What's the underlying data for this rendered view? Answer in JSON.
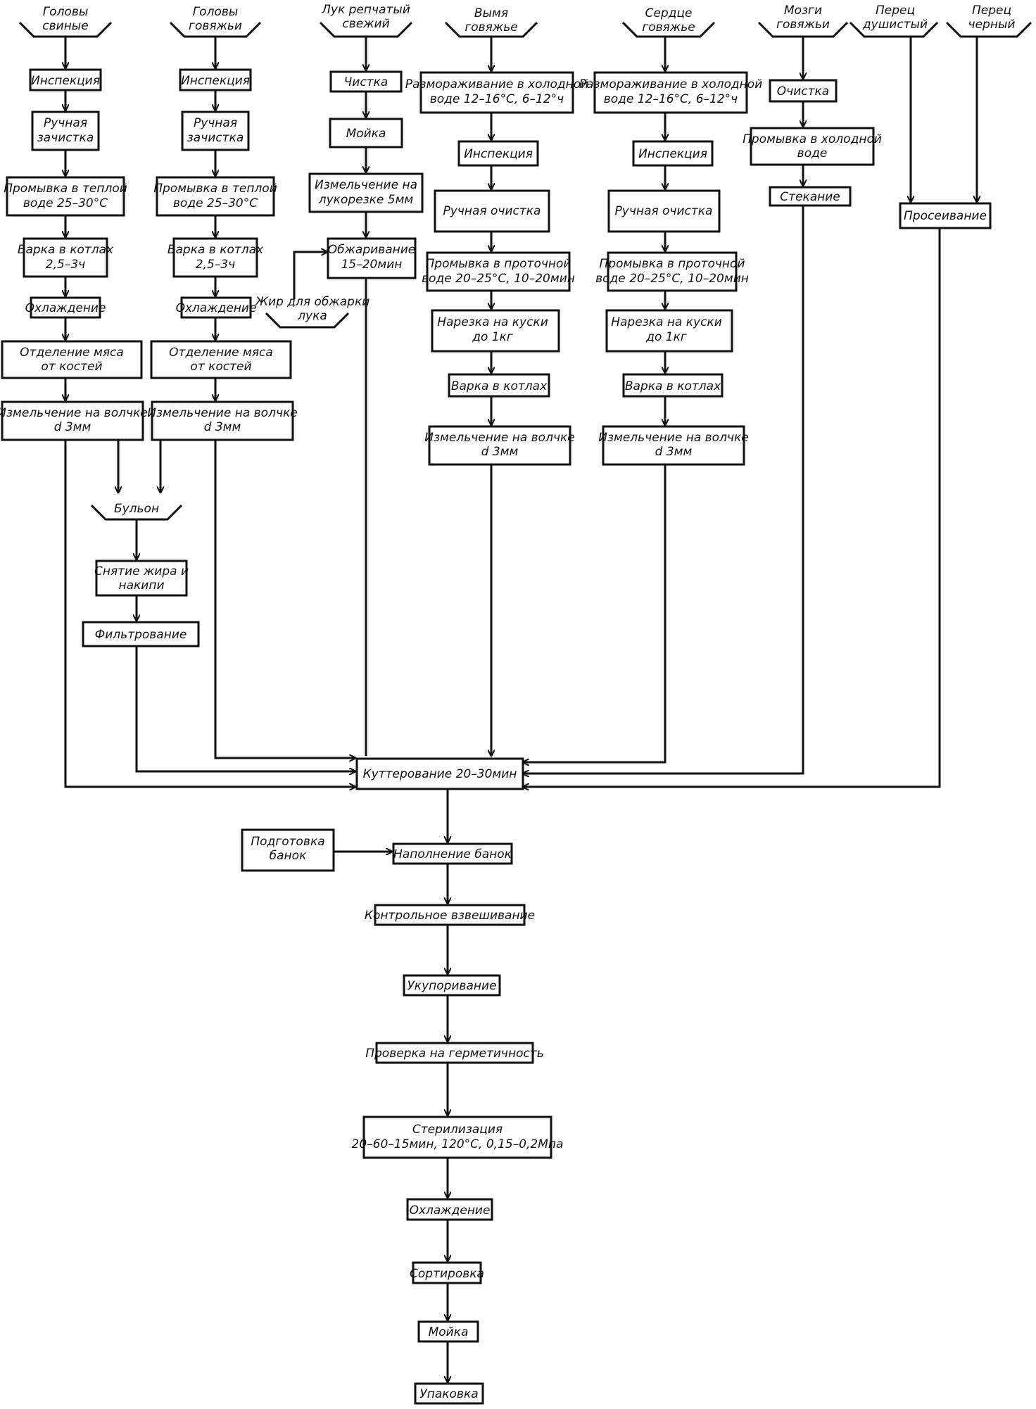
{
  "sources": {
    "pork_heads": [
      "Головы",
      "свиные"
    ],
    "beef_heads": [
      "Головы",
      "говяжьи"
    ],
    "onion": [
      "Лук репчатый",
      "свежий"
    ],
    "udder": [
      "Вымя",
      "говяжье"
    ],
    "heart": [
      "Сердце",
      "говяжье"
    ],
    "brains": [
      "Мозги",
      "говяжьи"
    ],
    "allspice": [
      "Перец",
      "душистый"
    ],
    "black_pepper": [
      "Перец",
      "черный"
    ],
    "onion_fat": [
      "Жир для обжарки",
      "лука"
    ],
    "broth": [
      "Бульон"
    ]
  },
  "steps": {
    "inspection": [
      "Инспекция"
    ],
    "manual_cleaning": [
      "Ручная",
      "зачистка"
    ],
    "wash_warm": [
      "Промывка в теплой",
      "воде 25–30°С"
    ],
    "boil_kettles_time": [
      "Варка в котлах",
      "2,5–3ч"
    ],
    "cooling": [
      "Охлаждение"
    ],
    "meat_separation": [
      "Отделение мяса",
      "от костей"
    ],
    "mincing": [
      "Измельчение на волчке",
      "d 3мм"
    ],
    "peeling": [
      "Чистка"
    ],
    "washing": [
      "Мойка"
    ],
    "onion_chopping": [
      "Измельчение на",
      "лукорезке 5мм"
    ],
    "frying": [
      "Обжаривание",
      "15–20мин"
    ],
    "thawing": [
      "Размораживание в холодной",
      "воде 12–16°С, 6–12°ч"
    ],
    "manual_peeling": [
      "Ручная очистка"
    ],
    "wash_running": [
      "Промывка в проточной",
      "воде 20–25°С, 10–20мин"
    ],
    "cutting": [
      "Нарезка на куски",
      "до 1кг"
    ],
    "boil_kettles": [
      "Варка в котлах"
    ],
    "brain_cleaning": [
      "Очистка"
    ],
    "wash_cold": [
      "Промывка в холодной",
      "воде"
    ],
    "draining": [
      "Стекание"
    ],
    "sifting": [
      "Просеивание"
    ],
    "skimming": [
      "Снятие жира и",
      "накипи"
    ],
    "filtering": [
      "Фильтрование"
    ],
    "cutter": [
      "Куттерование 20–30мин"
    ],
    "can_prep": [
      "Подготовка",
      "банок"
    ],
    "filling": [
      "Наполнение банок"
    ],
    "weighing": [
      "Контрольное взвешивание"
    ],
    "sealing": [
      "Укупоривание"
    ],
    "leak_test": [
      "Проверка на герметичность"
    ],
    "sterilization": [
      "Стерилизация",
      "20–60–15мин, 120°С, 0,15–0,2Мпа"
    ],
    "final_cooling": [
      "Охлаждение"
    ],
    "sorting": [
      "Сортировка"
    ],
    "final_wash": [
      "Мойка"
    ],
    "packing": [
      "Упаковка"
    ]
  }
}
